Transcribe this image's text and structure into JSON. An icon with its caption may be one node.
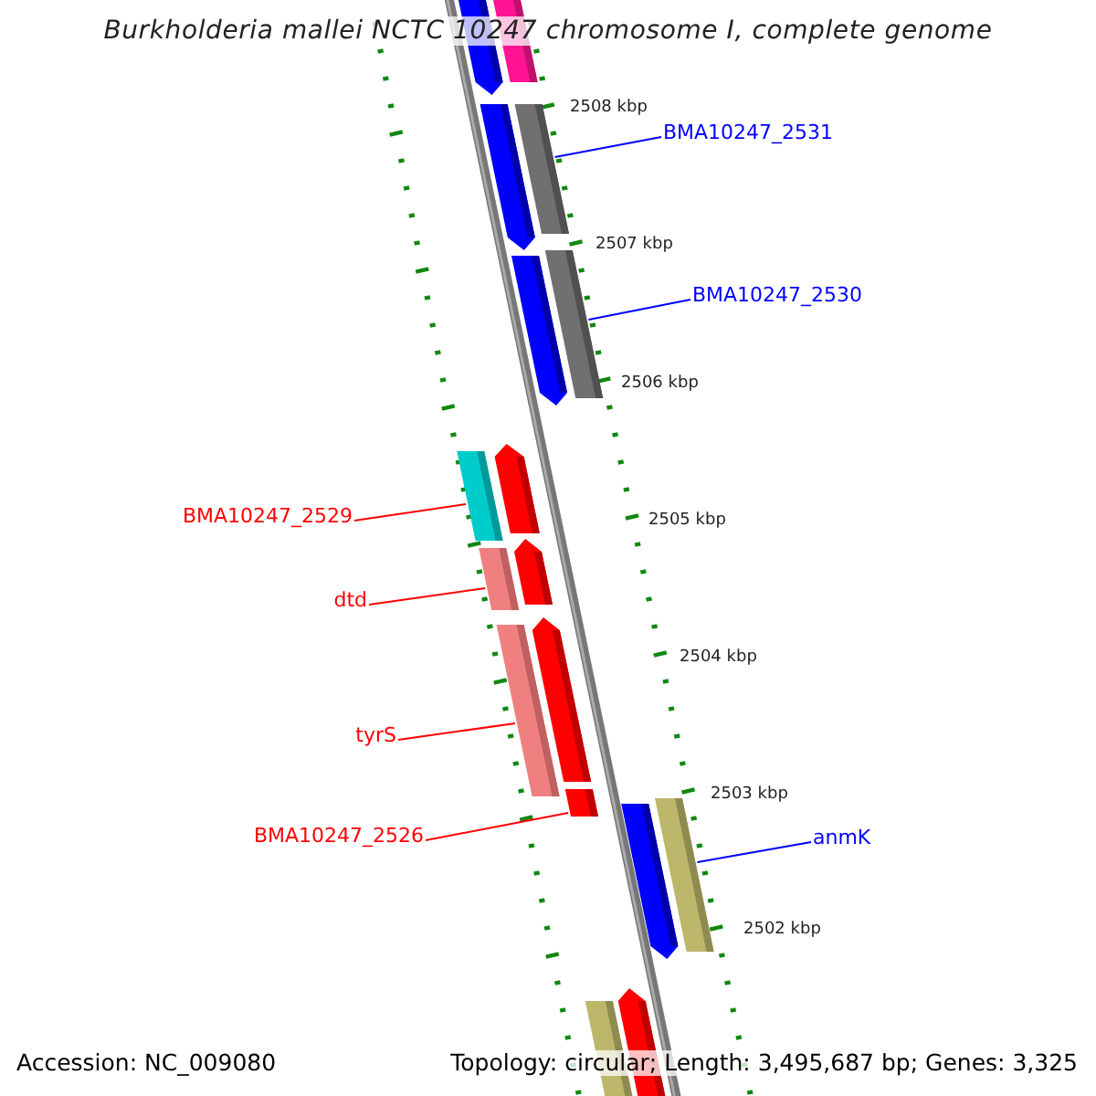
{
  "diagram": {
    "title": "Burkholderia mallei NCTC 10247 chromosome I, complete genome",
    "nodes": [
      {
        "text": [
          "BMA10247_2531"
        ]
      },
      {
        "text": [],
        "shape": "bar"
      },
      {
        "text": [
          "BMA10247_2530"
        ]
      },
      {
        "text": [],
        "shape": "bar"
      },
      {
        "text": [
          "BMA10247_2529"
        ]
      },
      {
        "text": [],
        "shape": "bar"
      },
      {
        "text": [
          "dtd"
        ]
      },
      {
        "text": [],
        "shape": "bar"
      },
      {
        "text": [
          "tyrS"
        ]
      },
      {
        "text": [],
        "shape": "bar"
      },
      {
        "text": [
          "BMA10247_2526"
        ]
      },
      {
        "text": [],
        "shape": "bar"
      },
      {
        "text": [
          "anmK"
        ]
      },
      {
        "text": [],
        "shape": "bar"
      }
    ],
    "edges": [
      {
        "from": 0,
        "to": 1,
        "arrow": "none",
        "color": "#0000ff"
      },
      {
        "from": 2,
        "to": 3,
        "arrow": "none",
        "color": "#0000ff"
      },
      {
        "from": 4,
        "to": 5,
        "arrow": "none"
      },
      {
        "from": 6,
        "to": 7,
        "arrow": "none"
      },
      {
        "from": 8,
        "to": 9,
        "arrow": "none"
      },
      {
        "from": 10,
        "to": 11,
        "arrow": "none"
      },
      {
        "from": 12,
        "to": 13,
        "arrow": "none",
        "color": "#0000ff"
      }
    ],
    "labels": [
      "2508 kbp",
      "2507 kbp",
      "2506 kbp",
      "2505 kbp",
      "2504 kbp",
      "2503 kbp",
      "2502 kbp",
      "Accession: NC_009080",
      "Topology: circular; Length: 3,495,687 bp; Genes: 3,325"
    ]
  }
}
